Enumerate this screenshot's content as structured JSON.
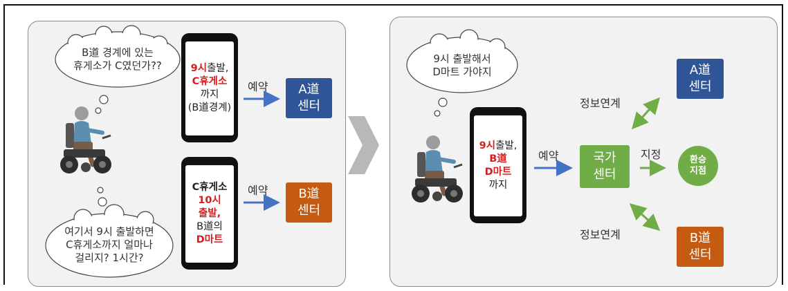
{
  "left_panel": {
    "cloud_top": {
      "line1": "B道 경계에 있는",
      "line2": "휴게소가 C였던가??"
    },
    "cloud_bottom": {
      "line1": "여기서 9시 출발하면",
      "line2": "C휴게소까지 얼마나",
      "line3": "걸리지? 1시간?"
    },
    "phone_top": {
      "red1": "9시",
      "text1": "출발,",
      "red2": "C휴게소",
      "text2": "까지",
      "text3": "(B道경계)"
    },
    "phone_bottom": {
      "text1": "C휴게소",
      "red1": "10시",
      "red2": "출발,",
      "text2": "B道의",
      "red3": "D마트"
    },
    "arrow_top_label": "예약",
    "arrow_bottom_label": "예약",
    "box_a": {
      "line1": "A道",
      "line2": "센터"
    },
    "box_b": {
      "line1": "B道",
      "line2": "센터"
    }
  },
  "right_panel": {
    "cloud": {
      "line1": "9시 출발해서",
      "line2": "D마트 가야지"
    },
    "phone": {
      "red1": "9시",
      "text1": "출발,",
      "red2": "B道",
      "red3": "D마트",
      "text2": "까지"
    },
    "reserve_label": "예약",
    "national_center": {
      "line1": "국가",
      "line2": "센터"
    },
    "designate_label": "지정",
    "transfer_point": {
      "line1": "환승",
      "line2": "지점"
    },
    "info_link_top": "정보연계",
    "info_link_bottom": "정보연계",
    "box_a": {
      "line1": "A道",
      "line2": "센터"
    },
    "box_b": {
      "line1": "B道",
      "line2": "센터"
    }
  },
  "colors": {
    "blue": "#2f5597",
    "orange": "#c55a11",
    "green": "#70ad47",
    "red": "#d51e1e",
    "arrow_blue": "#4472c4"
  },
  "icons": [
    "thought-cloud-icon",
    "smartphone-icon",
    "wheelchair-user-icon",
    "chevron-right-icon",
    "double-arrow-icon"
  ]
}
